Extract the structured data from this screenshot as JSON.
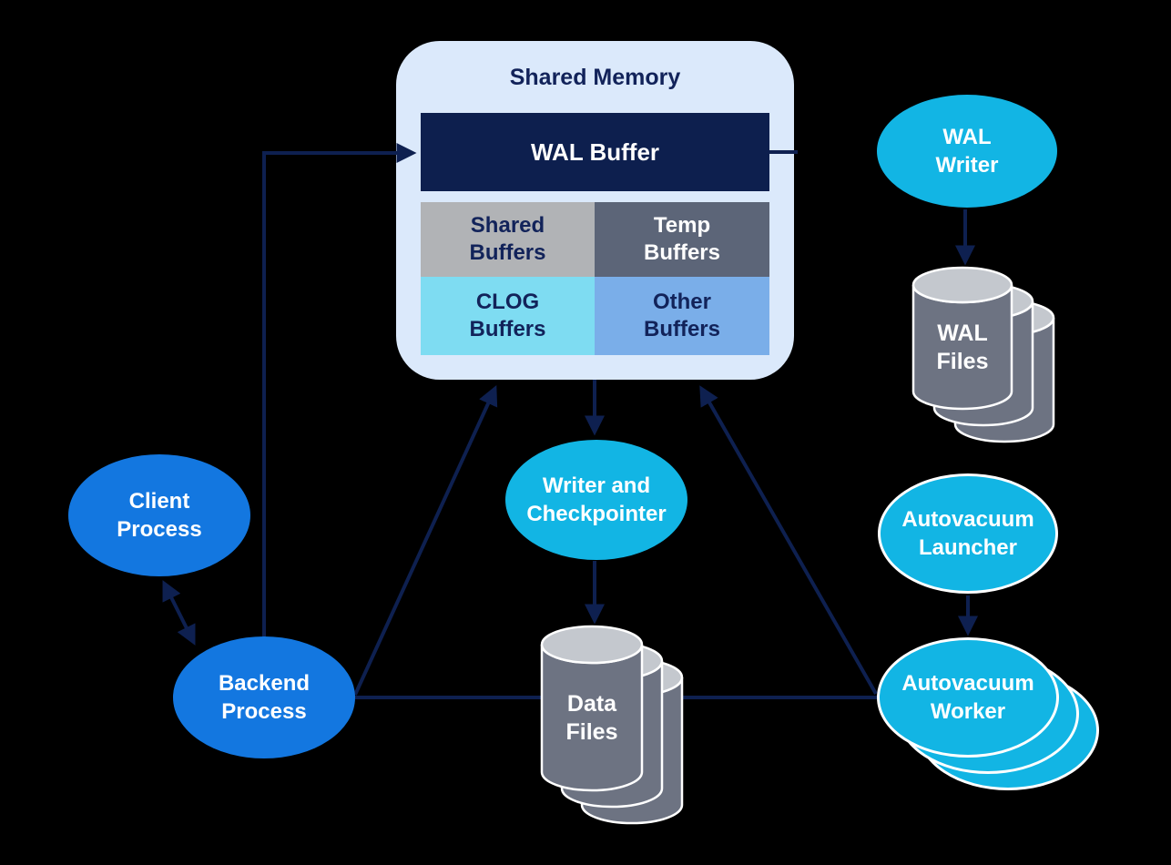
{
  "shared_memory": {
    "title": "Shared Memory",
    "wal_buffer_label": "WAL Buffer",
    "buffers": [
      {
        "label": "Shared\nBuffers",
        "bg": "#b1b3b6",
        "fg": "#12235a"
      },
      {
        "label": "Temp\nBuffers",
        "bg": "#5c6578",
        "fg": "#ffffff"
      },
      {
        "label": "CLOG\nBuffers",
        "bg": "#7edcf2",
        "fg": "#12235a"
      },
      {
        "label": "Other\nBuffers",
        "bg": "#7aaee9",
        "fg": "#12235a"
      }
    ]
  },
  "processes": {
    "client": {
      "label": "Client\nProcess",
      "color": "#1377e0"
    },
    "backend": {
      "label": "Backend\nProcess",
      "color": "#1377e0"
    },
    "writer_checkpointer": {
      "label": "Writer and\nCheckpointer",
      "color": "#12b5e4"
    },
    "wal_writer": {
      "label": "WAL\nWriter",
      "color": "#12b5e4"
    },
    "autovacuum_launcher": {
      "label": "Autovacuum\nLauncher",
      "color": "#12b5e4"
    },
    "autovacuum_worker": {
      "label": "Autovacuum\nWorker",
      "color": "#12b5e4"
    }
  },
  "storage": {
    "wal_files": {
      "label": "WAL\nFiles"
    },
    "data_files": {
      "label": "Data\nFiles"
    }
  },
  "colors": {
    "background": "#000000",
    "shared_memory_box": "#dbe9fb",
    "wal_buffer_bar": "#0d1f4e",
    "arrow": "#0e2050",
    "cylinder_body": "#6d7382",
    "cylinder_top": "#c4c8ce",
    "node_text": "#ffffff",
    "heading_text": "#12235a"
  }
}
